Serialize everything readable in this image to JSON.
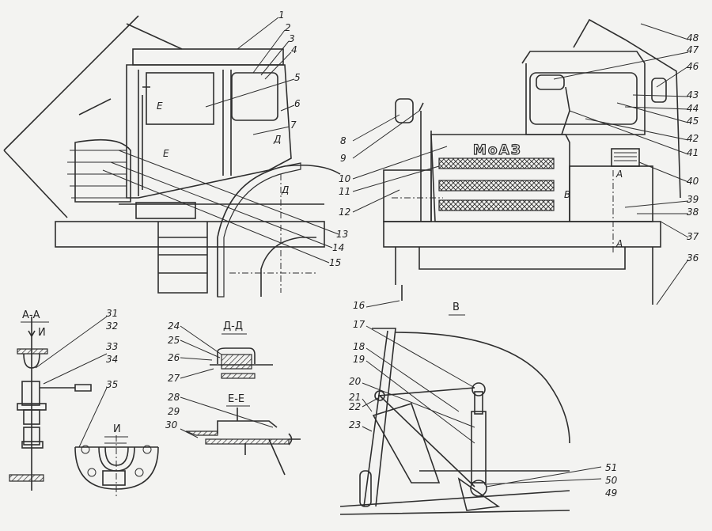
{
  "callouts": [
    "1",
    "2",
    "3",
    "4",
    "5",
    "6",
    "7",
    "8",
    "9",
    "10",
    "11",
    "12",
    "13",
    "14",
    "15",
    "16",
    "17",
    "18",
    "19",
    "20",
    "21",
    "22",
    "23",
    "24",
    "25",
    "26",
    "27",
    "28",
    "29",
    "30",
    "31",
    "32",
    "33",
    "34",
    "35",
    "36",
    "37",
    "38",
    "39",
    "40",
    "41",
    "42",
    "43",
    "44",
    "45",
    "46",
    "47",
    "48",
    "49",
    "50",
    "51"
  ],
  "section_titles": {
    "aa": "А-А",
    "dd": "Д-Д",
    "ee": "Е-Е",
    "view_i": "И",
    "view_v": "В"
  },
  "section_marks": {
    "e": "Е",
    "d": "Д",
    "a": "А",
    "i": "И",
    "v": "В"
  },
  "logo_text": "МоАЗ"
}
